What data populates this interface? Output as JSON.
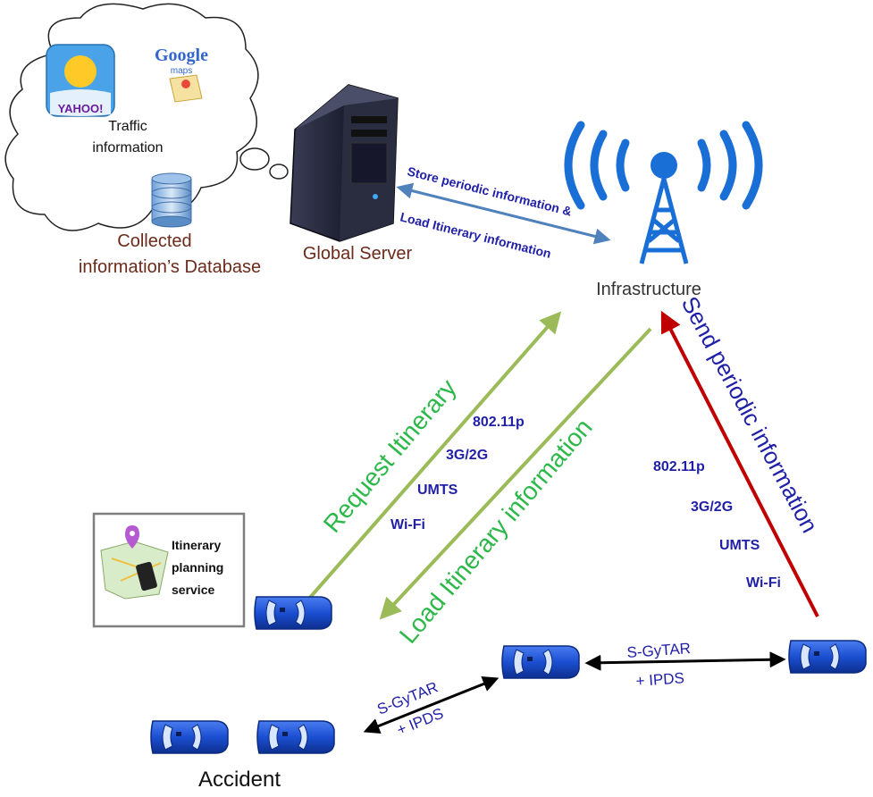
{
  "cloud": {
    "yahoo_label": "YAHOO!",
    "google_label": "Google",
    "maps_label": "maps",
    "traffic_line1": "Traffic",
    "traffic_line2": "information",
    "db_line1": "Collected",
    "db_line2": "information’s Database"
  },
  "server": {
    "label": "Global Server"
  },
  "infrastructure": {
    "label": "Infrastructure"
  },
  "server_link": {
    "line1": "Store periodic information &",
    "line2": "Load Itinerary information"
  },
  "request": {
    "label": "Request Itinerary"
  },
  "load": {
    "label": "Load Itinerary information"
  },
  "send": {
    "label": "Send periodic information"
  },
  "protocols_left": [
    "802.11p",
    "3G/2G",
    "UMTS",
    "Wi-Fi"
  ],
  "protocols_right": [
    "802.11p",
    "3G/2G",
    "UMTS",
    "Wi-Fi"
  ],
  "service": {
    "line1": "Itinerary",
    "line2": "planning",
    "line3": "service"
  },
  "v2v_right": {
    "line1": "S-GyTAR",
    "line2": "+ IPDS"
  },
  "v2v_left": {
    "line1": "S-GyTAR",
    "line2": "+ IPDS"
  },
  "accident": {
    "label": "Accident"
  },
  "colors": {
    "blue_text": "#1f1fa8",
    "green": "#2db84a",
    "green_arrow": "#9bbb59",
    "red_arrow": "#c00000",
    "server_arrow": "#4f81bd",
    "brown_text": "#6b2a1a",
    "car_blue": "#1b4fd1",
    "tower_blue": "#1a6fd6"
  }
}
